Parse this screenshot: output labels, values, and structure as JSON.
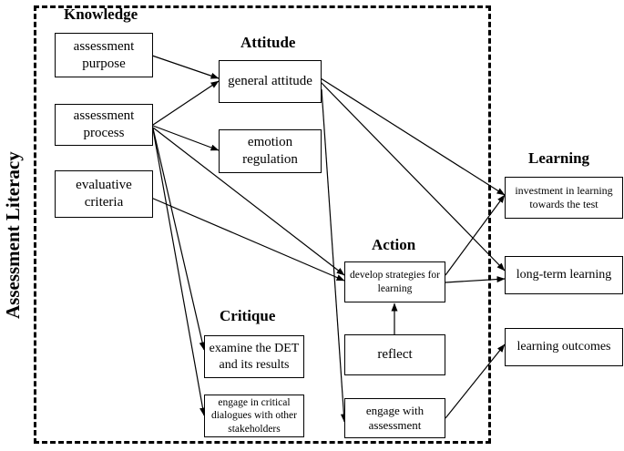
{
  "side_label": "Assessment Literacy",
  "headings": {
    "knowledge": "Knowledge",
    "attitude": "Attitude",
    "action": "Action",
    "critique": "Critique",
    "learning": "Learning"
  },
  "boxes": {
    "assessment_purpose": "assessment purpose",
    "assessment_process": "assessment process",
    "evaluative_criteria": "evaluative criteria",
    "general_attitude": "general attitude",
    "emotion_regulation": "emotion regulation",
    "develop_strategies": "develop strategies for learning",
    "reflect": "reflect",
    "engage_with_assessment": "engage with assessment",
    "examine_det": "examine the DET and its results",
    "engage_critical": "engage in critical dialogues with other stakeholders",
    "investment": "investment in learning towards the test",
    "long_term": "long-term learning",
    "outcomes": "learning outcomes"
  }
}
